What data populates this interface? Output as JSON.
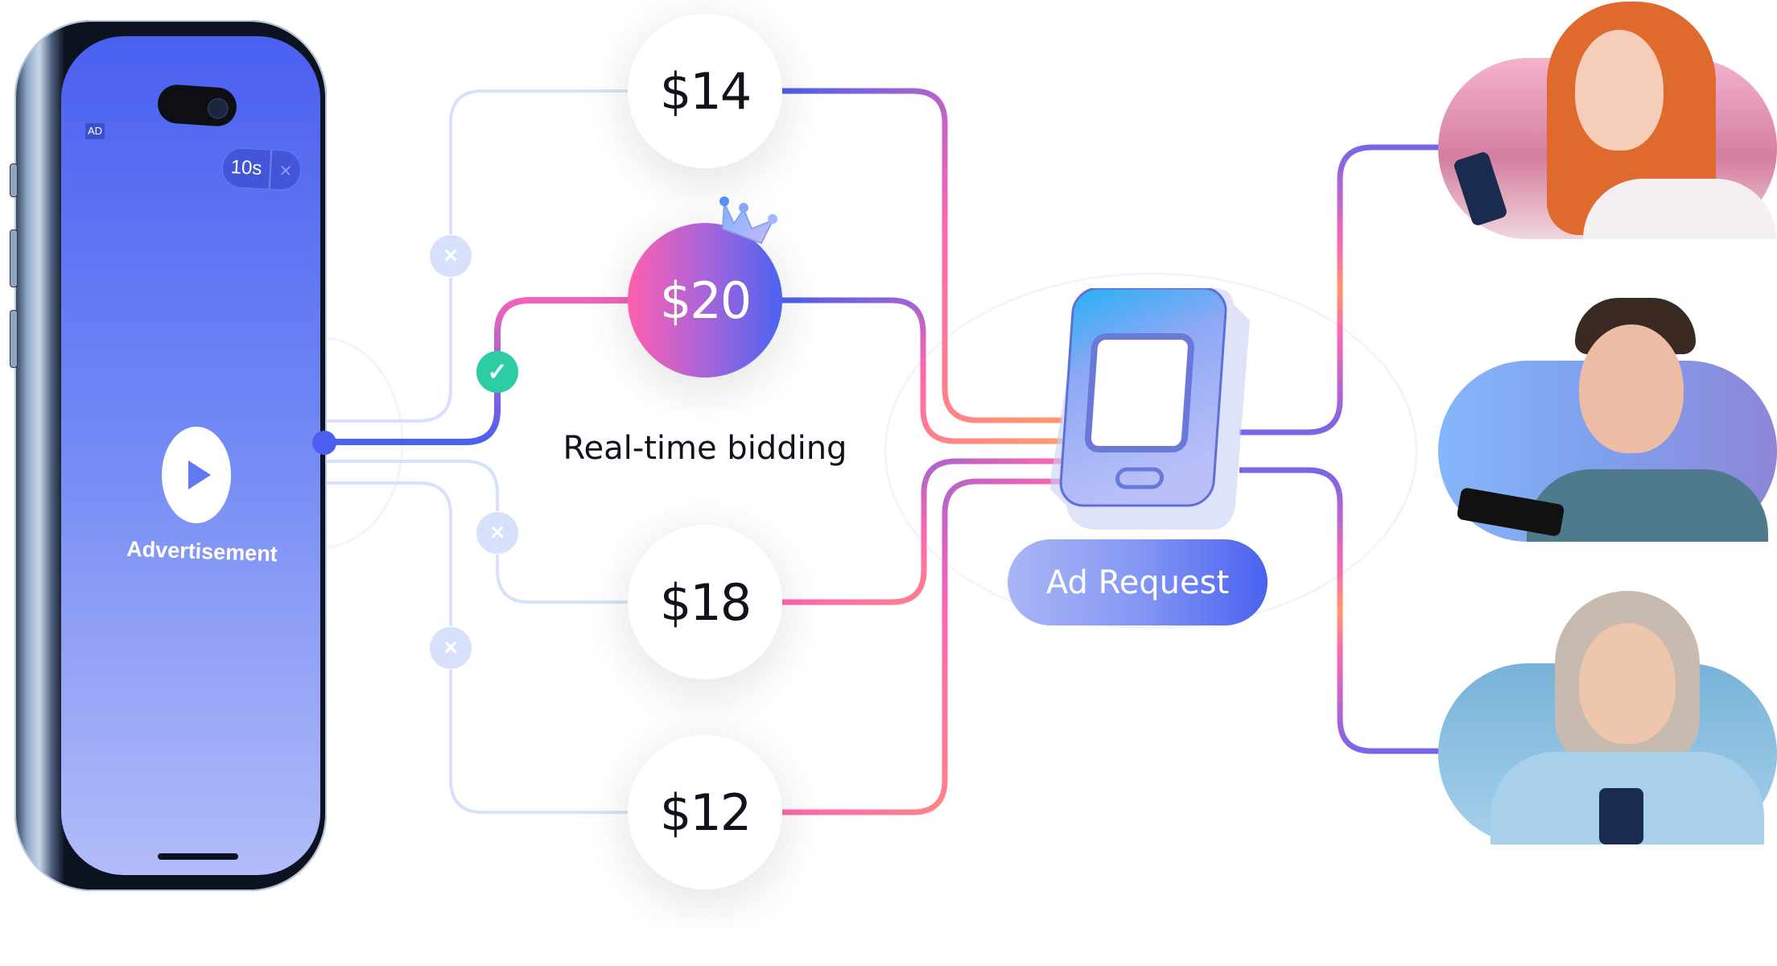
{
  "phone": {
    "ad_badge": "AD",
    "skip_timer": "10s",
    "skip_close": "×",
    "play_icon": "play-icon",
    "label": "Advertisement"
  },
  "bids": [
    {
      "label": "$14",
      "status": "rejected"
    },
    {
      "label": "$20",
      "status": "winner",
      "badge": "crown-icon"
    },
    {
      "label": "$18",
      "status": "rejected"
    },
    {
      "label": "$12",
      "status": "rejected"
    }
  ],
  "status_icons": {
    "rejected": "×",
    "accepted": "✓"
  },
  "center_label": "Real-time bidding",
  "ad_request": {
    "label": "Ad Request",
    "icon": "glass-phone-icon"
  },
  "audience": [
    {
      "name": "woman-with-red-hair-portrait",
      "bg": "#f2a9c6"
    },
    {
      "name": "young-man-gaming-portrait",
      "bg": "#7fb0f2"
    },
    {
      "name": "older-woman-portrait",
      "bg": "#8ec3e4"
    }
  ],
  "colors": {
    "accent_blue": "#4b60f0",
    "accent_pink": "#ff5fb0",
    "accent_orange": "#ff9a6b",
    "rejected_line": "#d7e1fb",
    "accepted_green": "#2ccca4"
  }
}
